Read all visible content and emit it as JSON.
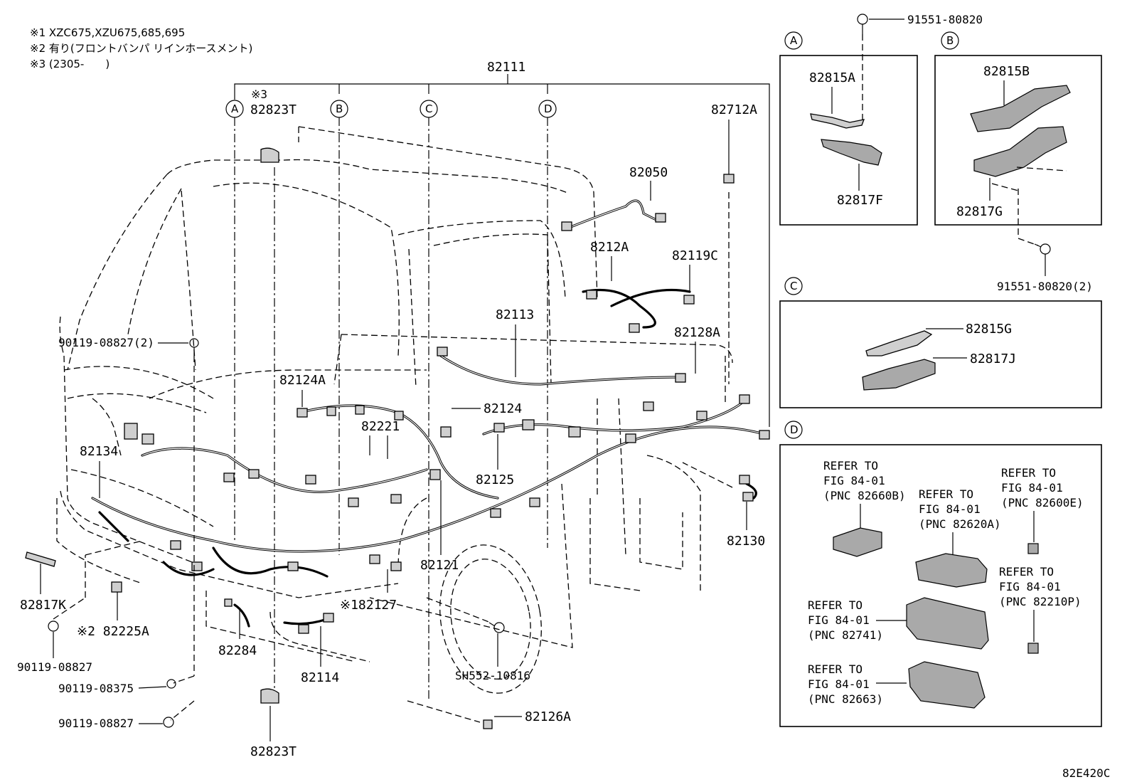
{
  "notes": [
    "※1 XZC675,XZU675,685,695",
    "※2 有り(フロントバンパ リインホースメント)",
    "※3 (2305-　　)"
  ],
  "view_letters": [
    "A",
    "B",
    "C",
    "D"
  ],
  "main_labels": {
    "p82111": "82111",
    "p82823T_top": "82823T",
    "note3_mark": "※3",
    "p82712A": "82712A",
    "p82050": "82050",
    "p8212A": "8212A",
    "p82119C": "82119C",
    "p82113": "82113",
    "p82128A": "82128A",
    "p90119_08827_2": "90119-08827(2)",
    "p82124A": "82124A",
    "p82124": "82124",
    "p82221": "82221",
    "p82134": "82134",
    "p82125": "82125",
    "p82121": "82121",
    "p82130": "82130",
    "p82817K": "82817K",
    "p82127": "※182127",
    "p82225A": "※2 82225A",
    "p90119_08827": "90119-08827",
    "p82284": "82284",
    "p82114": "82114",
    "pSH552": "SH552-10816",
    "p90119_08375": "90119-08375",
    "p90119_08827_b": "90119-08827",
    "p82126A": "82126A",
    "p82823T_bot": "82823T"
  },
  "detail_labels": {
    "p91551_80820": "91551-80820",
    "p82815A": "82815A",
    "p82817F": "82817F",
    "p82815B": "82815B",
    "p82817G": "82817G",
    "p91551_80820_2": "91551-80820(2)",
    "p82815G": "82815G",
    "p82817J": "82817J"
  },
  "refer_blocks": [
    {
      "line1": "REFER TO",
      "line2": "FIG 84-01",
      "line3": "(PNC 82660B)"
    },
    {
      "line1": "REFER TO",
      "line2": "FIG 84-01",
      "line3": "(PNC 82620A)"
    },
    {
      "line1": "REFER TO",
      "line2": "FIG 84-01",
      "line3": "(PNC 82600E)"
    },
    {
      "line1": "REFER TO",
      "line2": "FIG 84-01",
      "line3": "(PNC 82210P)"
    },
    {
      "line1": "REFER TO",
      "line2": "FIG 84-01",
      "line3": "(PNC 82741)"
    },
    {
      "line1": "REFER TO",
      "line2": "FIG 84-01",
      "line3": "(PNC 82663)"
    }
  ],
  "figure_code": "82E420C"
}
